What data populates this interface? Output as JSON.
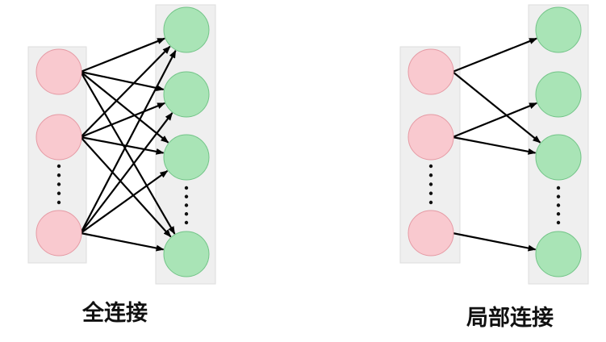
{
  "diagrams": [
    {
      "caption": "全连接",
      "input_nodes": 3,
      "output_nodes": 4,
      "connections": [
        [
          0,
          0
        ],
        [
          0,
          1
        ],
        [
          0,
          2
        ],
        [
          0,
          3
        ],
        [
          1,
          0
        ],
        [
          1,
          1
        ],
        [
          1,
          2
        ],
        [
          1,
          3
        ],
        [
          2,
          0
        ],
        [
          2,
          1
        ],
        [
          2,
          2
        ],
        [
          2,
          3
        ]
      ]
    },
    {
      "caption": "局部连接",
      "input_nodes": 3,
      "output_nodes": 4,
      "connections": [
        [
          0,
          0
        ],
        [
          0,
          2
        ],
        [
          1,
          1
        ],
        [
          1,
          2
        ],
        [
          2,
          3
        ]
      ]
    }
  ],
  "colors": {
    "input_fill": "#f9c9cf",
    "input_stroke": "#e59aa4",
    "output_fill": "#a9e4b6",
    "output_stroke": "#72c487",
    "panel_fill": "#efefef",
    "panel_stroke": "#dddddd",
    "edge": "#000000",
    "ellipsis": "#111111"
  }
}
